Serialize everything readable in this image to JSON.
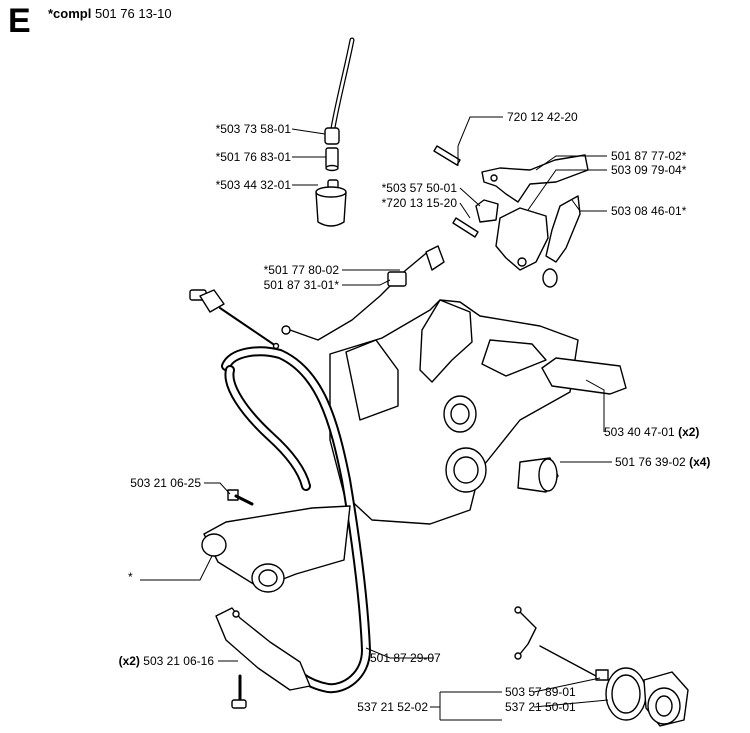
{
  "header": {
    "section": "E",
    "compl_prefix": "*compl",
    "compl_number": "501 76 13-10"
  },
  "labels": {
    "fuel_hose": "*503 73 58-01",
    "hose_fitting": "*501 76 83-01",
    "fuel_filter": "*503 44 32-01",
    "pin_top": "720 12 42-20",
    "trigger_top": "501 87 77-02*",
    "trigger": "503 09 79-04*",
    "spring_a": "*503 57 50-01",
    "pin_lower": "*720 13 15-20",
    "lockout": "503 08 46-01*",
    "throttle_rod_a": "*501 77 80-02",
    "throttle_rod_b": "501 87 31-01*",
    "handle_insert": "503 40 47-01",
    "handle_insert_qty": "(x2)",
    "damper": "501 76 39-02",
    "damper_qty": "(x4)",
    "screw_top": "503 21 06-25",
    "tank_asterisk": "*",
    "front_handle": "501 87 29-07",
    "screw_bottom_qty": "(x2)",
    "screw_bottom": "503 21 06-16",
    "cap_seal": "503 57 89-01",
    "cap_ring": "537 21 50-01",
    "cap_assembly": "537 21 52-02"
  }
}
